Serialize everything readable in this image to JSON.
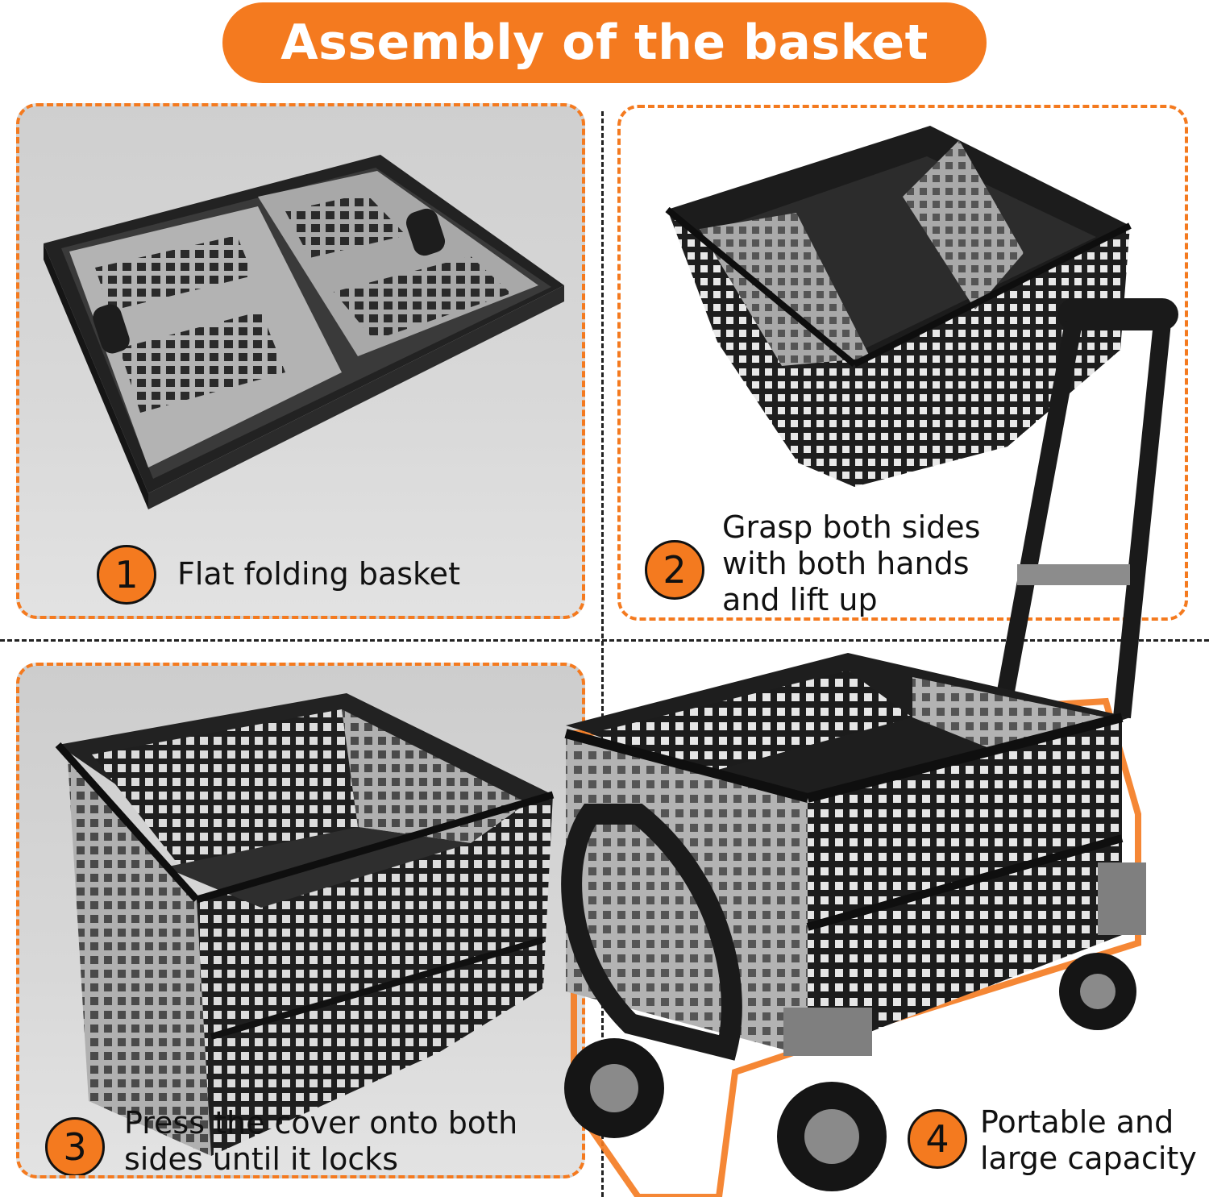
{
  "header": {
    "title": "Assembly of the basket"
  },
  "steps": [
    {
      "number": "1",
      "lines": [
        "Flat folding basket"
      ]
    },
    {
      "number": "2",
      "lines": [
        "Grasp both sides",
        "with both hands",
        "and lift up"
      ]
    },
    {
      "number": "3",
      "lines": [
        "Press the cover onto both",
        "sides until it locks"
      ]
    },
    {
      "number": "4",
      "lines": [
        "Portable and",
        "large capacity"
      ]
    }
  ],
  "colors": {
    "accent": "#f47a1f",
    "basket_dark": "#1e1e1e",
    "basket_light": "#a9a9a9"
  }
}
